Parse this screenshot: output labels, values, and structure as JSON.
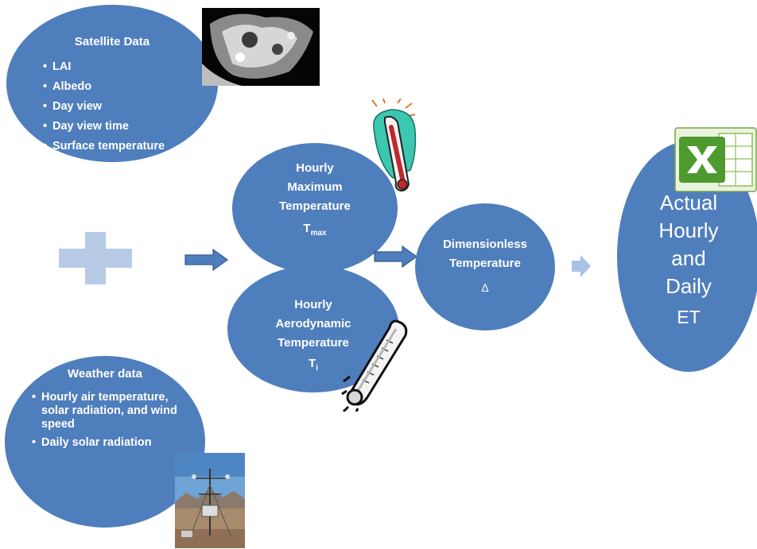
{
  "satellite": {
    "title": "Satellite Data",
    "items": [
      "LAI",
      "Albedo",
      "Day view",
      "Day view time",
      "Surface temperature"
    ]
  },
  "weather": {
    "title": "Weather data",
    "items": [
      "Hourly air temperature,  solar radiation, and wind speed",
      "Daily solar radiation"
    ]
  },
  "tmax": {
    "lines": [
      "Hourly",
      "Maximum",
      "Temperature"
    ],
    "symbol": "T",
    "subscript": "max"
  },
  "taero": {
    "lines": [
      "Hourly",
      "Aerodynamic",
      "Temperature"
    ],
    "symbol": "T",
    "subscript": "i"
  },
  "dimensionless": {
    "lines": [
      "Dimensionless",
      "Temperature"
    ],
    "symbol": "Δ"
  },
  "et": {
    "lines": [
      "Actual",
      "Hourly",
      "and",
      "Daily"
    ],
    "last": "ET"
  },
  "colors": {
    "ellipse_fill": "#4f7ebc",
    "arrow_fill": "#4f7ebc",
    "arrow_light": "#a9c3e6",
    "plus": "#b7cbe6"
  }
}
